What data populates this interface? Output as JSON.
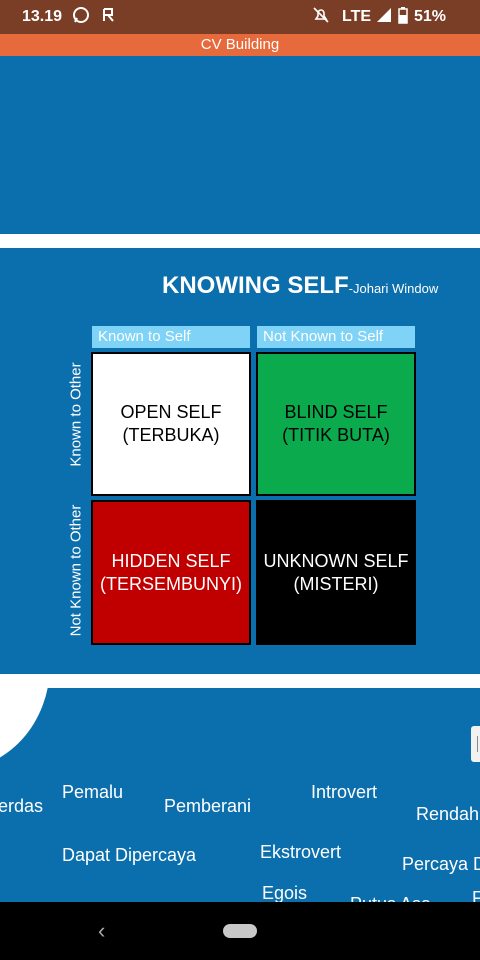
{
  "status_bar": {
    "time": "13.19",
    "icons": [
      "whatsapp-icon",
      "app-notification-icon",
      "mute-icon",
      "signal-icon",
      "battery-icon"
    ],
    "network": "LTE",
    "battery": "51%"
  },
  "app_bar": {
    "title": "CV Building"
  },
  "johari": {
    "title": "KNOWING SELF",
    "subtitle": "-Johari Window",
    "col_headers": [
      "Known to Self",
      "Not Known to Self"
    ],
    "row_headers": [
      "Known to Other",
      "Not Known to Other"
    ],
    "cells": [
      {
        "line1": "OPEN SELF",
        "line2": "(TERBUKA)",
        "bg": "#ffffff",
        "fg": "#000000"
      },
      {
        "line1": "BLIND SELF",
        "line2": "(TITIK BUTA)",
        "bg": "#0bab4d",
        "fg": "#000000"
      },
      {
        "line1": "HIDDEN SELF",
        "line2": "(TERSEMBUNYI)",
        "bg": "#c00000",
        "fg": "#ffffff"
      },
      {
        "line1": "UNKNOWN SELF",
        "line2": "(MISTERI)",
        "bg": "#000000",
        "fg": "#ffffff"
      }
    ]
  },
  "words": [
    "erdas",
    "Pemalu",
    "Pemberani",
    "Introvert",
    "Rendah",
    "Dapat Dipercaya",
    "Ekstrovert",
    "Percaya D",
    "Egois",
    "Putus Asa",
    "F"
  ],
  "colors": {
    "panel_blue": "#0b6ead",
    "app_bar": "#e66a3c",
    "status_bar": "#7a3e26",
    "header_cyan": "#7fd3f7"
  }
}
